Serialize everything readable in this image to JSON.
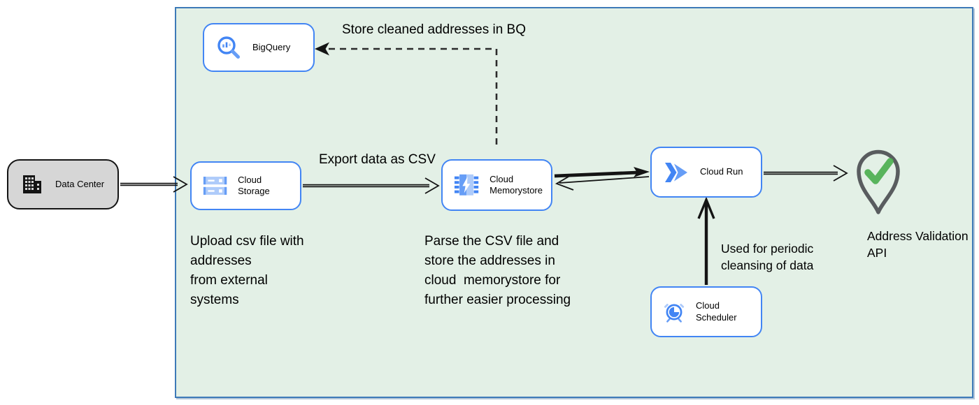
{
  "diagram": {
    "type": "gcp-architecture-flow",
    "colors": {
      "container_fill": "#e3f0e6",
      "container_border": "#3d7ab8",
      "node_border": "#4285f4",
      "gcp_blue": "#4285f4",
      "gcp_blue_medium": "#669df6",
      "gcp_blue_light": "#aecbfa",
      "datacenter_fill": "#d6d6d6",
      "datacenter_border": "#141414",
      "arrow_color": "#141414",
      "pin_outline": "#595c5f",
      "check_green": "#4caf50"
    },
    "icons": {
      "data_center": "building-icon",
      "bigquery": "bigquery-magnifier-icon",
      "cloud_storage": "storage-buckets-icon",
      "cloud_memorystore": "memorystore-chip-bolt-icon",
      "cloud_run": "cloud-run-chevrons-icon",
      "cloud_scheduler": "alarm-clock-icon",
      "address_validation": "map-pin-checkmark-icon"
    },
    "nodes": {
      "data_center": {
        "label": "Data Center"
      },
      "bigquery": {
        "label": "BigQuery"
      },
      "cloud_storage": {
        "label": "Cloud Storage"
      },
      "cloud_memorystore": {
        "label": "Cloud\nMemorystore"
      },
      "cloud_run": {
        "label": "Cloud Run"
      },
      "cloud_scheduler": {
        "label": "Cloud Scheduler"
      },
      "address_validation": {
        "label": "Address Validation\nAPI"
      }
    },
    "edge_labels": {
      "store_cleaned": "Store cleaned addresses in BQ",
      "export_csv": "Export data as CSV",
      "periodic_cleansing": "Used for periodic\ncleansing of data"
    },
    "annotations": {
      "upload": "Upload csv file with\naddresses\nfrom external\nsystems",
      "parse": "Parse the CSV file and\nstore the addresses in\ncloud  memorystore for\nfurther easier processing"
    }
  }
}
